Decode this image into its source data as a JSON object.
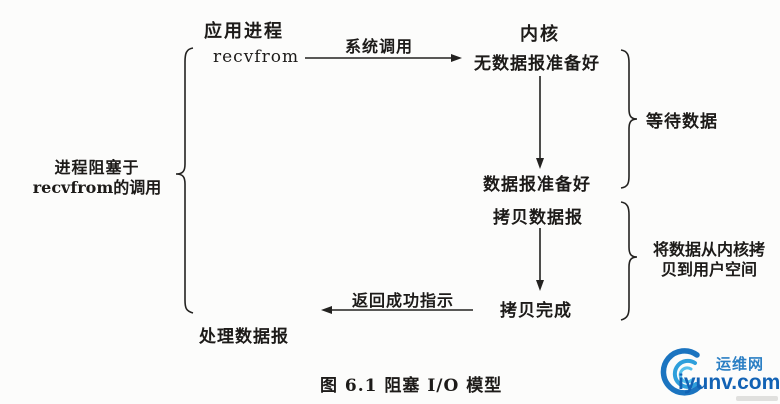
{
  "diagram": {
    "column_headers": {
      "application": "应用进程",
      "kernel": "内核"
    },
    "nodes": {
      "recvfrom": "recvfrom",
      "no_datagram_ready": "无数据报准备好",
      "datagram_ready": "数据报准备好",
      "copy_datagram": "拷贝数据报",
      "copy_complete": "拷贝完成",
      "process_datagram": "处理数据报"
    },
    "arrow_labels": {
      "system_call": "系统调用",
      "return_success": "返回成功指示"
    },
    "annotations": {
      "blocked_line1": "进程阻塞于",
      "blocked_line2": "recvfrom的调用",
      "wait_data": "等待数据",
      "copy_span_line1": "将数据从内核拷",
      "copy_span_line2": "贝到用户空间"
    },
    "caption": "图 6.1  阻塞 I/O 模型",
    "ink_color": "#1d1b19"
  },
  "watermark": {
    "site_name": "运维网",
    "site_url": "iyunv.com",
    "name_color": "#2b7fc4",
    "url_color": "#1262b4",
    "logo_colors": [
      "#1b74c0",
      "#2e9fdb",
      "#55c0ec"
    ]
  }
}
